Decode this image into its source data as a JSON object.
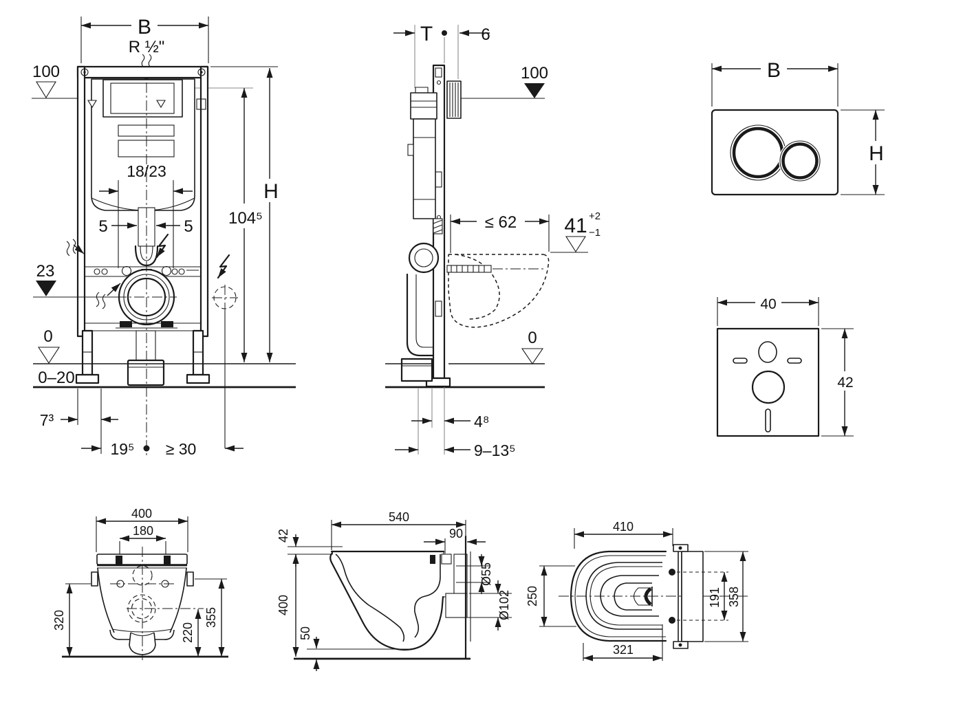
{
  "colors": {
    "ink": "#1a1a1a",
    "paper": "#ffffff"
  },
  "views": {
    "frame_front": {
      "b": "B",
      "thread": "R ½\"",
      "level_top": "100",
      "span": "18/23",
      "offset_left": "5",
      "offset_right": "5",
      "actuation_height": "104⁵",
      "h": "H",
      "drain_level": "23",
      "floor_zero": "0",
      "floor_range": "0–20",
      "edge_offset": "7³",
      "drain_offset": "19⁵",
      "clearance": "≥ 30"
    },
    "frame_side": {
      "t": "T",
      "plate_gap": "6",
      "level_top": "100",
      "depth_max": "≤ 62",
      "seat_height": "41",
      "tol_plus": "+2",
      "tol_minus": "−1",
      "floor_zero": "0",
      "pipe_offset": "4⁸",
      "outlet_range": "9–13⁵"
    },
    "flush_plate": {
      "b": "B",
      "h": "H"
    },
    "sound_pad": {
      "width": "40",
      "height": "42"
    },
    "wc_front": {
      "width": "400",
      "hole_span": "180",
      "height_left": "320",
      "outlet_height": "220",
      "height_right": "355"
    },
    "wc_side": {
      "depth": "540",
      "seat_step": "42",
      "top_depth": "90",
      "height": "400",
      "bottom_gap": "50",
      "inlet_dia": "Ø55",
      "outlet_dia": "Ø102"
    },
    "wc_top": {
      "depth": "410",
      "front_width": "250",
      "bolt_span": "191",
      "plate_height": "358",
      "inner_depth": "321"
    }
  }
}
